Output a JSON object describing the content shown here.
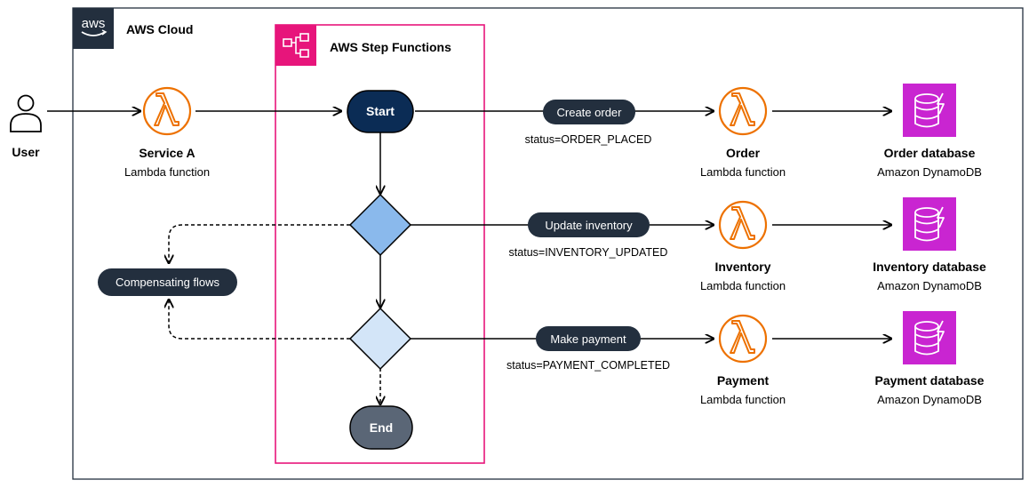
{
  "cloud": {
    "logo_text": "aws",
    "title": "AWS Cloud"
  },
  "step_functions": {
    "title": "AWS Step Functions"
  },
  "user": {
    "label": "User"
  },
  "service_a": {
    "title": "Service A",
    "subtitle": "Lambda function"
  },
  "states": {
    "start": "Start",
    "end": "End"
  },
  "steps": [
    {
      "pill": "Create order",
      "status": "status=ORDER_PLACED",
      "lambda_title": "Order",
      "lambda_subtitle": "Lambda function",
      "db_title": "Order database",
      "db_subtitle": "Amazon DynamoDB"
    },
    {
      "pill": "Update inventory",
      "status": "status=INVENTORY_UPDATED",
      "lambda_title": "Inventory",
      "lambda_subtitle": "Lambda function",
      "db_title": "Inventory database",
      "db_subtitle": "Amazon DynamoDB"
    },
    {
      "pill": "Make payment",
      "status": "status=PAYMENT_COMPLETED",
      "lambda_title": "Payment",
      "lambda_subtitle": "Lambda function",
      "db_title": "Payment database",
      "db_subtitle": "Amazon DynamoDB"
    }
  ],
  "compensating": {
    "label": "Compensating flows"
  },
  "colors": {
    "lambda": "#ED7100",
    "dynamodb": "#C925D1",
    "step_functions": "#E7157B",
    "start_node": "#0B2C55",
    "decision_1": "#8AB9EC",
    "decision_2": "#D3E5F8",
    "end_node": "#5A6676",
    "pill": "#232F3E",
    "aws_header": "#232F3E"
  }
}
